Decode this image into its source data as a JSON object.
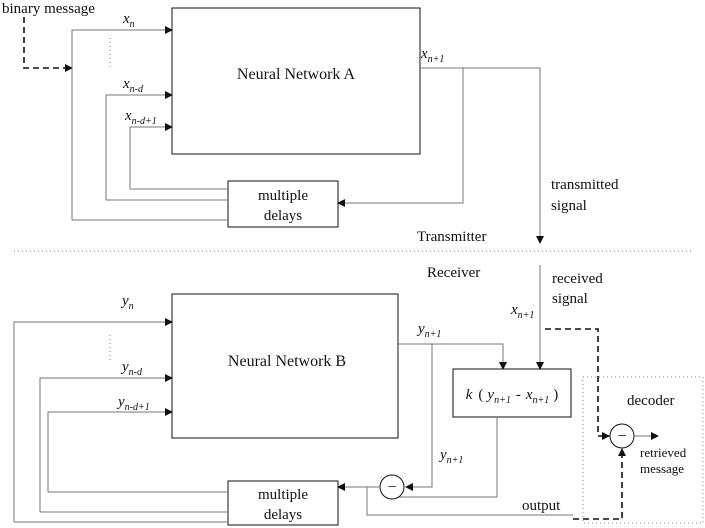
{
  "transmitter": {
    "input_label": "binary message",
    "network_label": "Neural Network A",
    "delays_line1": "multiple",
    "delays_line2": "delays",
    "section_label": "Transmitter",
    "signal_line1": "transmitted",
    "signal_line2": "signal",
    "in_xn": {
      "base": "x",
      "sub": "n"
    },
    "in_xnd": {
      "base": "x",
      "sub": "n-d"
    },
    "in_xnd1": {
      "base": "x",
      "sub": "n-d+1"
    },
    "out_x": {
      "base": "x",
      "sub": "n+1"
    }
  },
  "receiver": {
    "section_label": "Receiver",
    "network_label": "Neural Network B",
    "delays_line1": "multiple",
    "delays_line2": "delays",
    "signal_line1": "received",
    "signal_line2": "signal",
    "in_yn": {
      "base": "y",
      "sub": "n"
    },
    "in_ynd": {
      "base": "y",
      "sub": "n-d"
    },
    "in_ynd1": {
      "base": "y",
      "sub": "n-d+1"
    },
    "out_y": {
      "base": "y",
      "sub": "n+1"
    },
    "feedback_y": {
      "base": "y",
      "sub": "n+1"
    },
    "recv_x": {
      "base": "x",
      "sub": "n+1"
    },
    "k_block": {
      "k": "k",
      "open": "(",
      "y": "y",
      "y_sub": "n+1",
      "minus": "-",
      "x": "x",
      "x_sub": "n+1",
      "close": ")"
    },
    "output_label": "output",
    "minus_symbol": "−"
  },
  "decoder": {
    "label": "decoder",
    "minus_symbol": "−",
    "out_line1": "retrieved",
    "out_line2": "message"
  }
}
